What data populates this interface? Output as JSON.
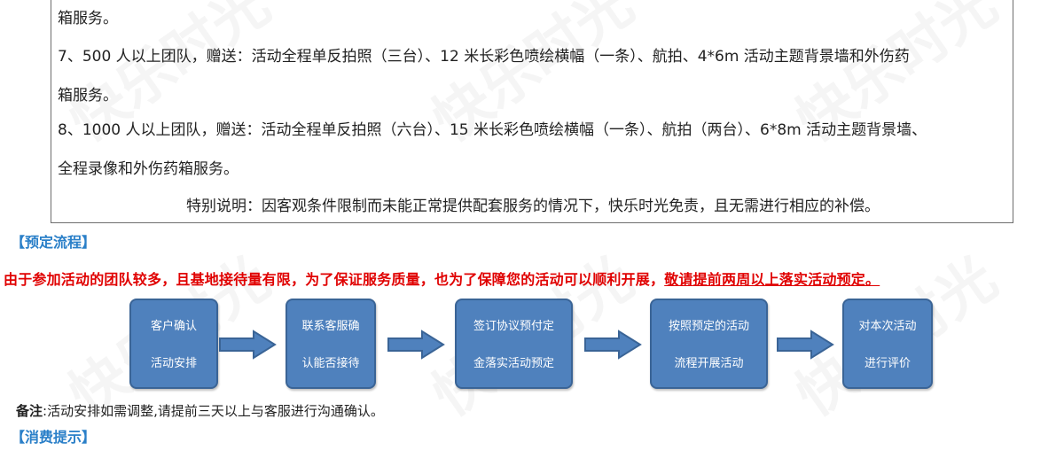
{
  "watermark_text": "快乐时光",
  "services_box": {
    "lines": [
      "箱服务。",
      "7、500 人以上团队，赠送：活动全程单反拍照（三台）、12 米长彩色喷绘横幅（一条）、航拍、4*6m 活动主题背景墙和外伤药",
      "箱服务。",
      "8、1000 人以上团队，赠送：活动全程单反拍照（六台）、15 米长彩色喷绘横幅（一条）、航拍（两台）、6*8m 活动主题背景墙、",
      "全程录像和外伤药箱服务。"
    ],
    "special_note": "特别说明：因客观条件限制而未能正常提供配套服务的情况下，快乐时光免责，且无需进行相应的补偿。"
  },
  "booking_section": {
    "title": "【预定流程】",
    "notice_main": "由于参加活动的团队较多，且基地接待量有限，为了保证服务质量，也为了保障您的活动可以顺利开展，",
    "notice_underlined": "敬请提前两周以上落实活动预定。",
    "steps": [
      {
        "line1": "客户确认",
        "line2": "活动安排"
      },
      {
        "line1": "联系客服确",
        "line2": "认能否接待"
      },
      {
        "line1": "签订协议预付定",
        "line2": "金落实活动预定"
      },
      {
        "line1": "按照预定的活动",
        "line2": "流程开展活动"
      },
      {
        "line1": "对本次活动",
        "line2": "进行评价"
      }
    ],
    "remark_label": "备注",
    "remark_text": ":活动安排如需调整,请提前三天以上与客服进行沟通确认。"
  },
  "consumption_section": {
    "title": "【消费提示】"
  },
  "colors": {
    "accent_blue": "#2a7fc8",
    "step_fill": "#4f81bd",
    "notice_red": "#e00000"
  }
}
